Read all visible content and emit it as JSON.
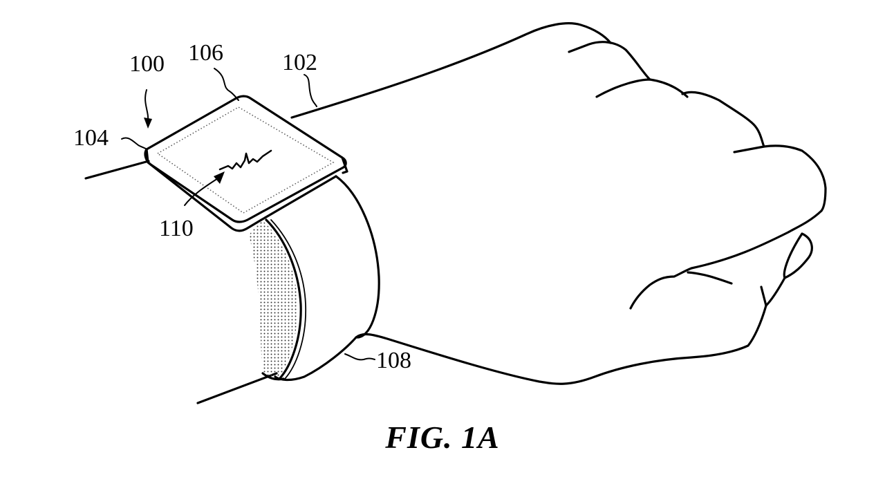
{
  "figure": {
    "caption": "FIG. 1A",
    "description": "Patent drawing of a wrist-worn device on a user's wrist and hand",
    "labels": {
      "device": "100",
      "wrist": "102",
      "housing_edge": "104",
      "display": "106",
      "band": "108",
      "sensor": "110"
    },
    "colors": {
      "line": "#000000",
      "background": "#ffffff",
      "stipple": "#555555"
    }
  }
}
